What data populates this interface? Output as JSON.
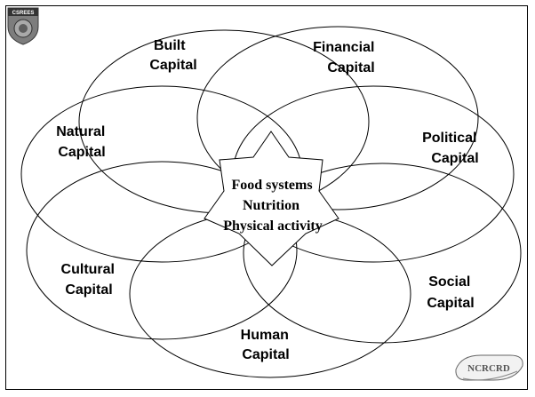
{
  "badge": {
    "text": "CSREES"
  },
  "logo": {
    "text": "NCRCRD"
  },
  "capitals": {
    "built": [
      "Built",
      "Capital"
    ],
    "financial": [
      "Financial",
      "Capital"
    ],
    "natural": [
      "Natural",
      "Capital"
    ],
    "political": [
      "Political",
      "Capital"
    ],
    "cultural": [
      "Cultural",
      "Capital"
    ],
    "social": [
      "Social",
      "Capital"
    ],
    "human": [
      "Human",
      "Capital"
    ]
  },
  "center": {
    "lines": [
      "Food systems",
      "Nutrition",
      "Physical activity"
    ]
  }
}
